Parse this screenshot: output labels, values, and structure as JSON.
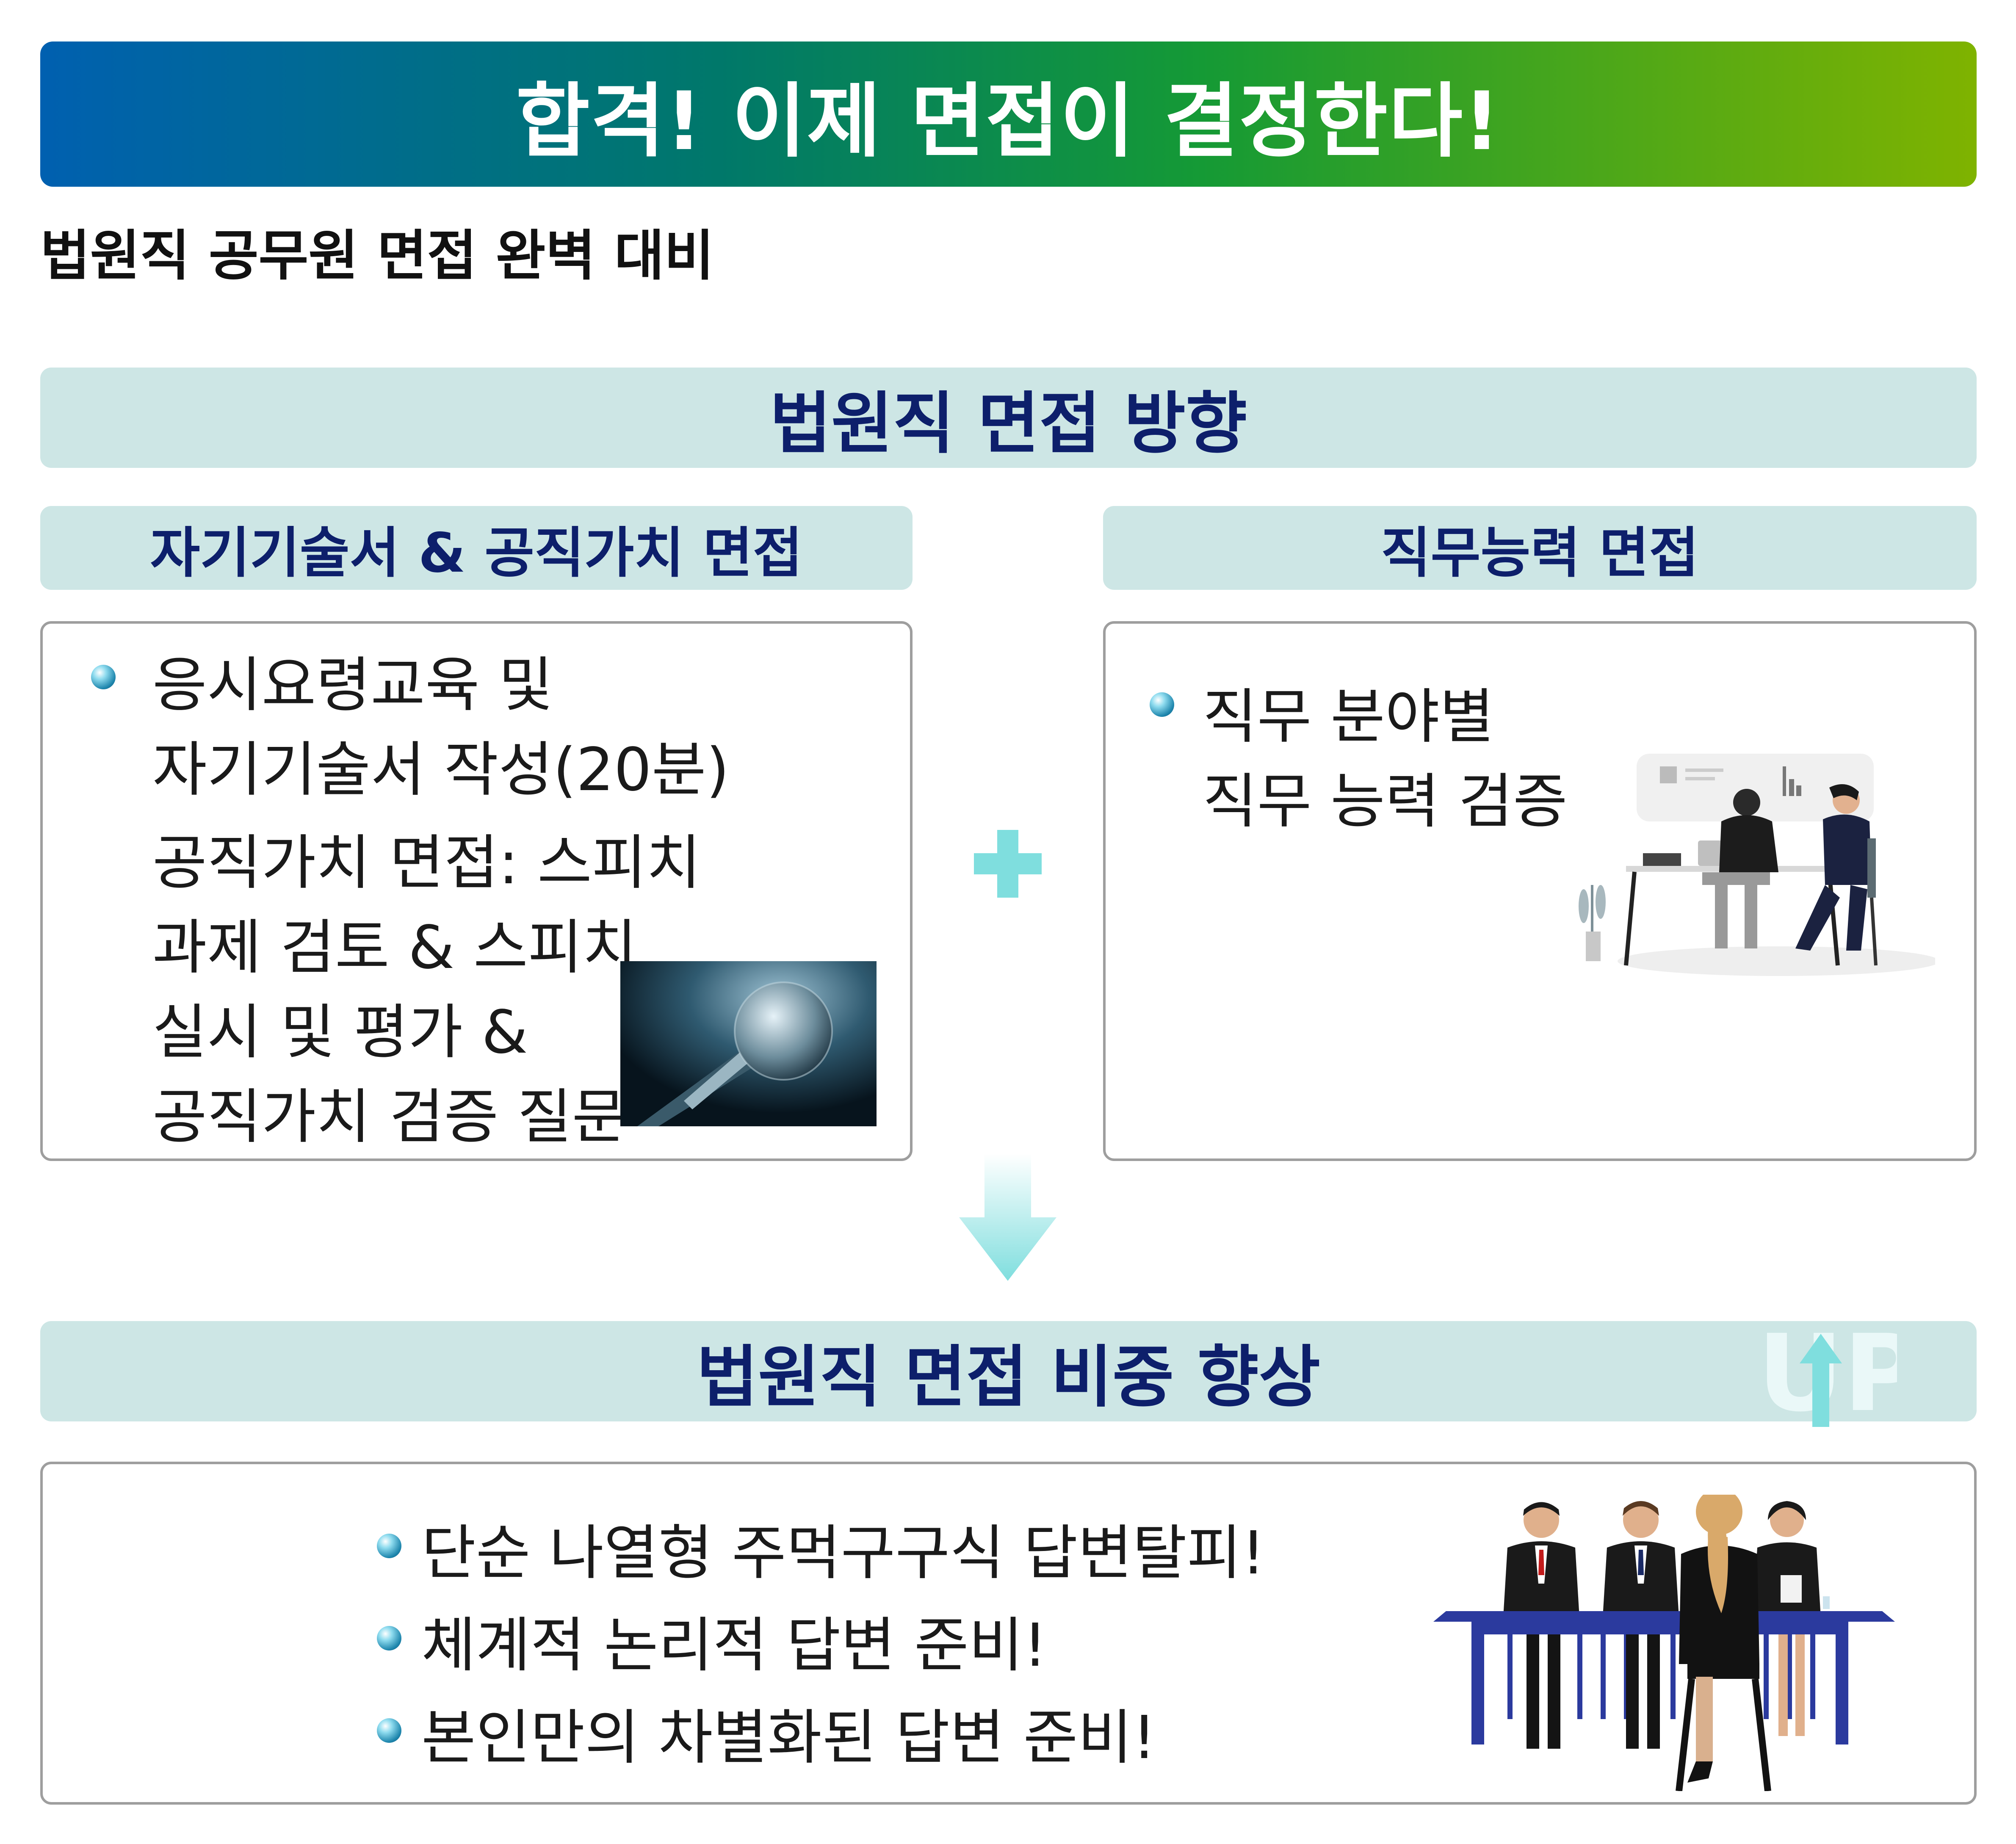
{
  "banner": {
    "title": "합격! 이제 면접이 결정한다!"
  },
  "subtitle": "법원직 공무원 면접 완벽 대비",
  "direction": {
    "title": "법원직 면접 방향",
    "left": {
      "heading": "자기기술서 & 공직가치 면접",
      "lines": [
        "응시요령교육 및",
        "자기기술서 작성(20분)",
        "공직가치 면접: 스피치",
        "과제 검토 & 스피치",
        "실시 및 평가 &",
        "공직가치 검증 질문"
      ]
    },
    "right": {
      "heading": "직무능력 면접",
      "lines": [
        "직무 분야별",
        "직무 능력 검증"
      ]
    }
  },
  "improve": {
    "title": "법원직 면접 비중 향상",
    "up_mark": "UP",
    "bullets": [
      "단순 나열형 주먹구구식 답변탈피!",
      "체계적 논리적 답변 준비!",
      "본인만의 차별화된 답변 준비!"
    ]
  },
  "colors": {
    "band_bg": "#cde6e5",
    "heading_text": "#0d1f6b",
    "banner_gradient": [
      "#0060b0",
      "#159a35",
      "#7fb300"
    ],
    "accent_cyan": "#7fdede"
  },
  "icons": [
    "plus-icon",
    "down-arrow-icon",
    "microphone-image",
    "meeting-illustration",
    "interview-panel-illustration",
    "up-arrow-icon"
  ]
}
